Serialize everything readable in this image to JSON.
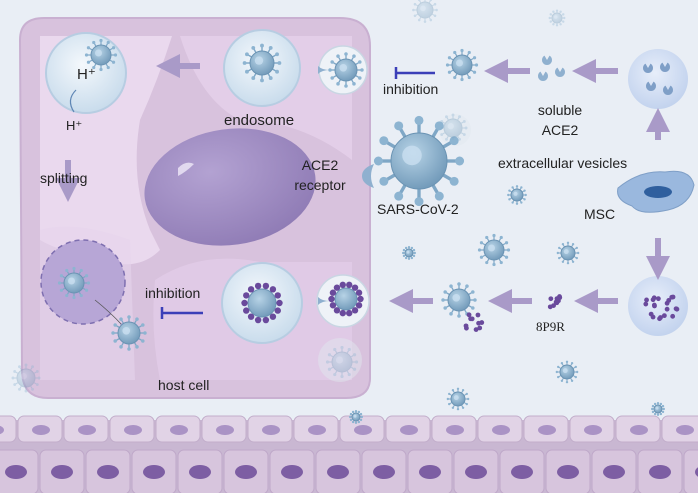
{
  "labels": {
    "h_plus_inside": "H⁺",
    "h_plus_outside": "H⁺",
    "endosome": "endosome",
    "splitting": "splitting",
    "inhibition_top": "inhibition",
    "inhibition_bottom": "inhibition",
    "soluble_ace2_line1": "soluble",
    "soluble_ace2_line2": "ACE2",
    "extracellular_vesicles": "extracellular vesicles",
    "ace2_receptor_line1": "ACE2",
    "ace2_receptor_line2": "receptor",
    "sars_cov_2": "SARS-CoV-2",
    "msc": "MSC",
    "host_cell": "host cell",
    "peptide": "8P9R"
  },
  "colors": {
    "background": "#e9eef5",
    "host_cell_fill": "#dcc8e0",
    "host_cell_inner": "#eddcf0",
    "nucleus": "#9a87bd",
    "arrow": "#a99ac8",
    "inhibition_bar": "#3b3fb8",
    "virus_body": "#7ea6c4",
    "peptide_dot": "#6a4a9c",
    "msc_cell": "#8fb0d8",
    "epithelium_cell": "#d3c3da",
    "epithelium_nucleus": "#7d5ea3"
  }
}
